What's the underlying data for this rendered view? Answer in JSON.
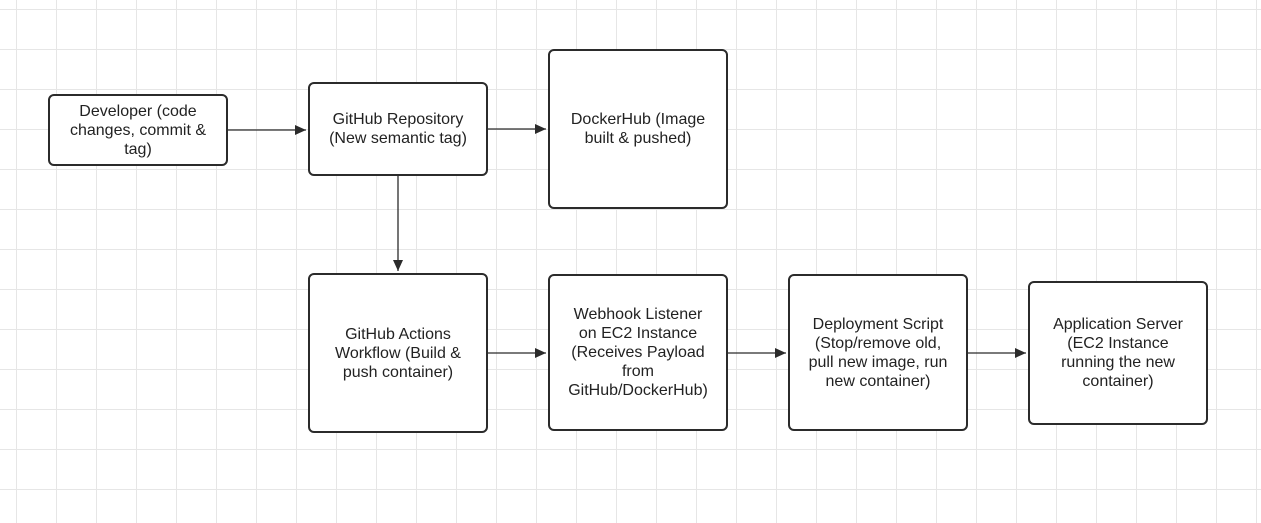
{
  "diagram": {
    "nodes": [
      {
        "id": "developer",
        "label": "Developer (code\nchanges, commit &\ntag)"
      },
      {
        "id": "github-repo",
        "label": "GitHub Repository\n(New semantic tag)"
      },
      {
        "id": "dockerhub",
        "label": "DockerHub (Image\nbuilt & pushed)"
      },
      {
        "id": "github-actions",
        "label": "GitHub Actions\nWorkflow (Build &\npush container)"
      },
      {
        "id": "webhook-listener",
        "label": "Webhook Listener\non EC2 Instance\n(Receives Payload\nfrom\nGitHub/DockerHub)"
      },
      {
        "id": "deployment-script",
        "label": "Deployment Script\n(Stop/remove old,\npull new image, run\nnew container)"
      },
      {
        "id": "application-server",
        "label": "Application Server\n(EC2 Instance\nrunning the new\ncontainer)"
      }
    ],
    "edges": [
      {
        "from": "developer",
        "to": "github-repo"
      },
      {
        "from": "github-repo",
        "to": "dockerhub"
      },
      {
        "from": "github-repo",
        "to": "github-actions"
      },
      {
        "from": "github-actions",
        "to": "webhook-listener"
      },
      {
        "from": "webhook-listener",
        "to": "deployment-script"
      },
      {
        "from": "deployment-script",
        "to": "application-server"
      }
    ],
    "colors": {
      "stroke": "#2b2b2b",
      "text": "#222222",
      "grid": "#e6e6e6",
      "background": "#ffffff"
    }
  }
}
